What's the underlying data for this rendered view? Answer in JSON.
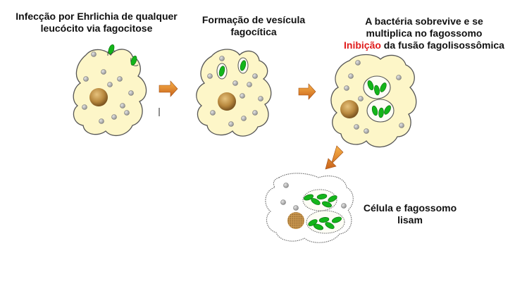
{
  "stages": [
    {
      "label_line1": "Infecção por Ehrlichia de qualquer",
      "label_line2": "leucócito via fagocitose"
    },
    {
      "label_line1": "Formação de vesícula",
      "label_line2": "fagocítica"
    },
    {
      "label_line1": "A bactéria sobrevive e se",
      "label_line2": "multiplica no fagossomo",
      "label_line3_red": "Inibição",
      "label_line3_rest": " da fusão fagolisossômica"
    },
    {
      "label_line1": "Célula e fagossomo",
      "label_line2": "lisam"
    }
  ],
  "colors": {
    "cell_fill": "#fdf6c8",
    "cell_stroke": "#555555",
    "nucleus": "#b9893f",
    "granule": "#a7a7a7",
    "bacteria": "#13b51a",
    "arrow": "#e87d1f",
    "highlight": "#e01b1b"
  }
}
